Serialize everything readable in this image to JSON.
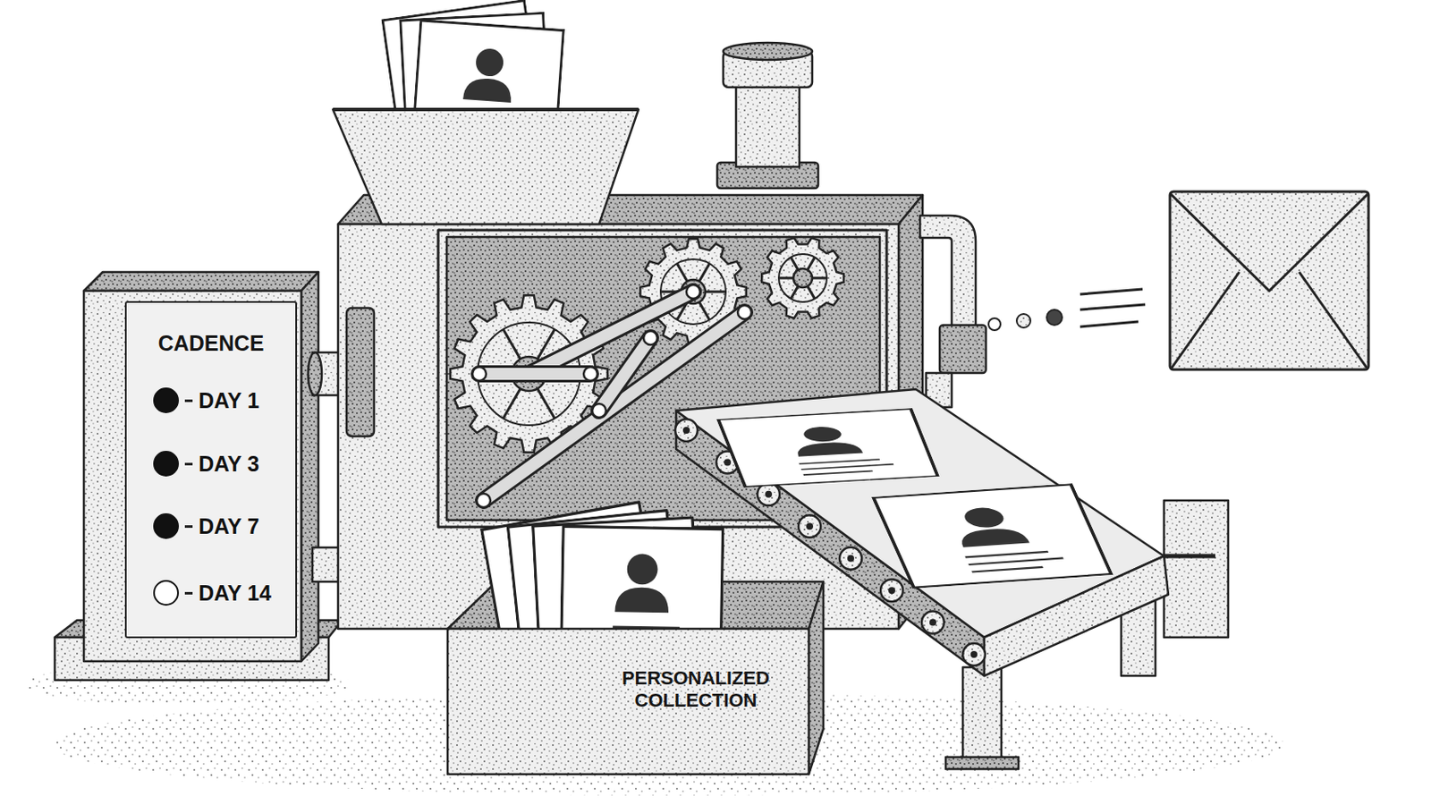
{
  "diagram": {
    "nodes": [
      {
        "text": [
          "CADENCE"
        ]
      },
      {
        "text": [
          "DAY 1"
        ],
        "in": 0
      },
      {
        "text": [
          "DAY 3"
        ],
        "in": 0
      },
      {
        "text": [
          "DAY 7"
        ],
        "in": 0
      },
      {
        "text": [
          "DAY 14"
        ],
        "in": 0
      },
      {
        "text": [
          "PERSONALIZED COLLECTION"
        ]
      }
    ],
    "edges": [
      {
        "from": 1,
        "to": 2,
        "arrow": "none"
      },
      {
        "from": 2,
        "to": 3,
        "arrow": "none"
      },
      {
        "from": 3,
        "to": 4,
        "arrow": "none"
      }
    ]
  }
}
